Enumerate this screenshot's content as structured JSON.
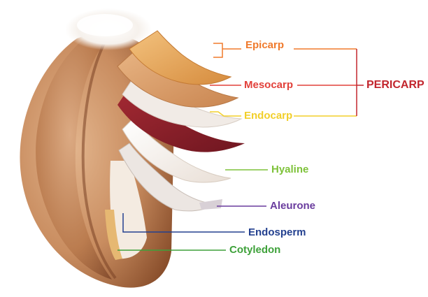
{
  "labels": {
    "epicarp": {
      "text": "Epicarp",
      "color": "#f07a2c"
    },
    "mesocarp": {
      "text": "Mesocarp",
      "color": "#e2403a"
    },
    "endocarp": {
      "text": "Endocarp",
      "color": "#f2cf2a"
    },
    "hyaline": {
      "text": "Hyaline",
      "color": "#7ec23a"
    },
    "aleurone": {
      "text": "Aleurone",
      "color": "#6a3c9e"
    },
    "endosperm": {
      "text": "Endosperm",
      "color": "#23408f"
    },
    "cotyledon": {
      "text": "Cotyledon",
      "color": "#3ea13a"
    },
    "pericarp": {
      "text": "PERICARP",
      "color": "#c2262e"
    }
  },
  "colors": {
    "grain_light": "#d9a77e",
    "grain_dark": "#9c5f38",
    "epicarp_layer": "#e8a45c",
    "mesocarp_layer": "#dfa06a",
    "endocarp_layer": "#8f1d27",
    "hyaline_layer": "#f5eee6",
    "aleurone_layer": "#ece6e2"
  }
}
